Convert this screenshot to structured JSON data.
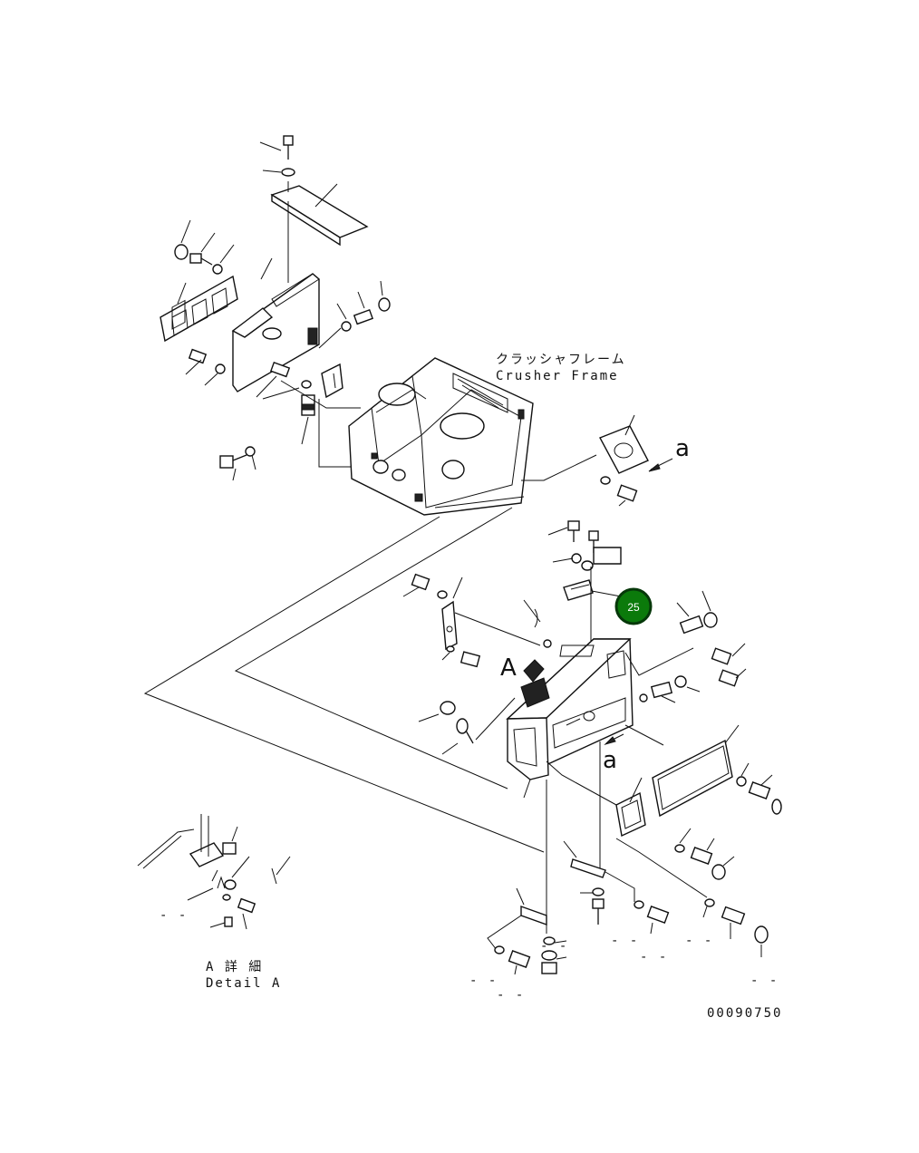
{
  "labels": {
    "frame_jp": "クラッシャフレーム",
    "frame_en": "Crusher Frame",
    "view_a_top": "a",
    "view_a_mid": "a",
    "view_A": "A",
    "detail_jp": "A 詳 細",
    "detail_en": "Detail A",
    "drawing_no": "00090750"
  },
  "callout": {
    "number": "25",
    "fill": "#0b7a0b",
    "ring": "#06380a"
  },
  "dash_marks": {
    "d1": "- -",
    "d2": "- -",
    "d3": "- -",
    "d4": "- -",
    "d5": "- -",
    "d6": "- -",
    "d7": "- -",
    "d8": "- -"
  }
}
